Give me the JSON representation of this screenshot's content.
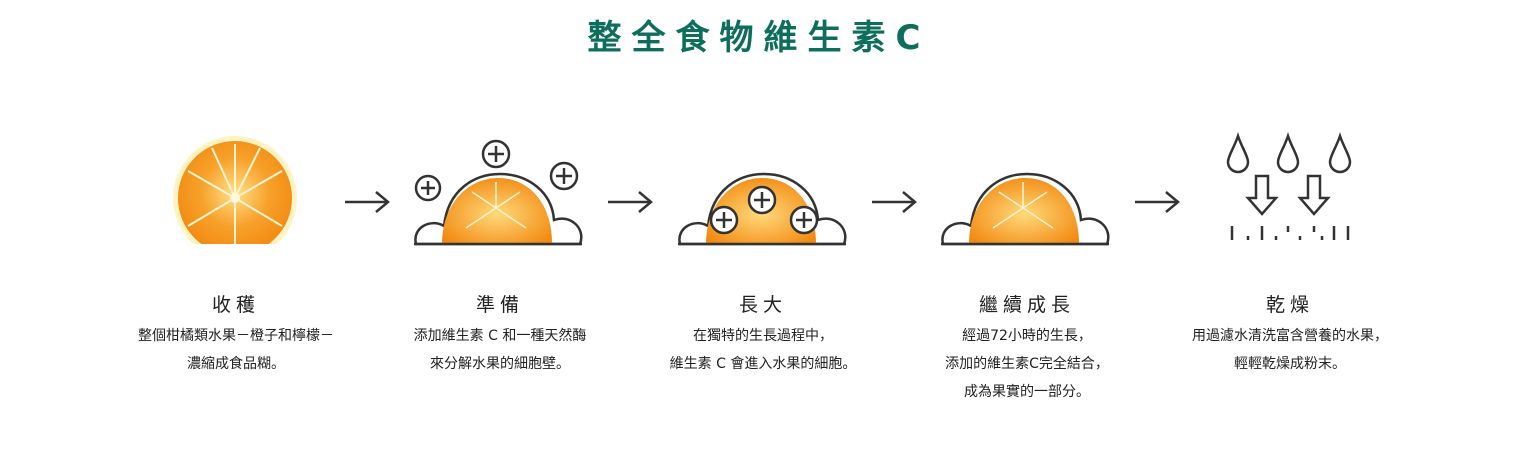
{
  "title": "整全食物維生素C",
  "steps": [
    {
      "label": "收穫",
      "desc": "整個柑橘類水果－橙子和檸檬－\n濃縮成食品糊。"
    },
    {
      "label": "準備",
      "desc": "添加維生素 C 和一種天然酶\n來分解水果的細胞壁。"
    },
    {
      "label": "長大",
      "desc": "在獨特的生長過程中，\n維生素 C 會進入水果的細胞。"
    },
    {
      "label": "繼續成長",
      "desc": "經過72小時的生長，\n添加的維生素C完全結合，\n成為果實的一部分。"
    },
    {
      "label": "乾燥",
      "desc": "用過濾水清洗富含營養的水果，\n輕輕乾燥成粉末。"
    }
  ],
  "icons": {
    "step1": "orange-slice-icon",
    "step2": "orange-with-plus-icon",
    "step3": "orange-plus-inside-icon",
    "step4": "orange-bubble-icon",
    "step5": "drying-drops-icon",
    "arrow": "right-arrow-icon"
  },
  "colors": {
    "title": "#0d6e5c",
    "orange": "#f39a1e",
    "line": "#333333"
  }
}
